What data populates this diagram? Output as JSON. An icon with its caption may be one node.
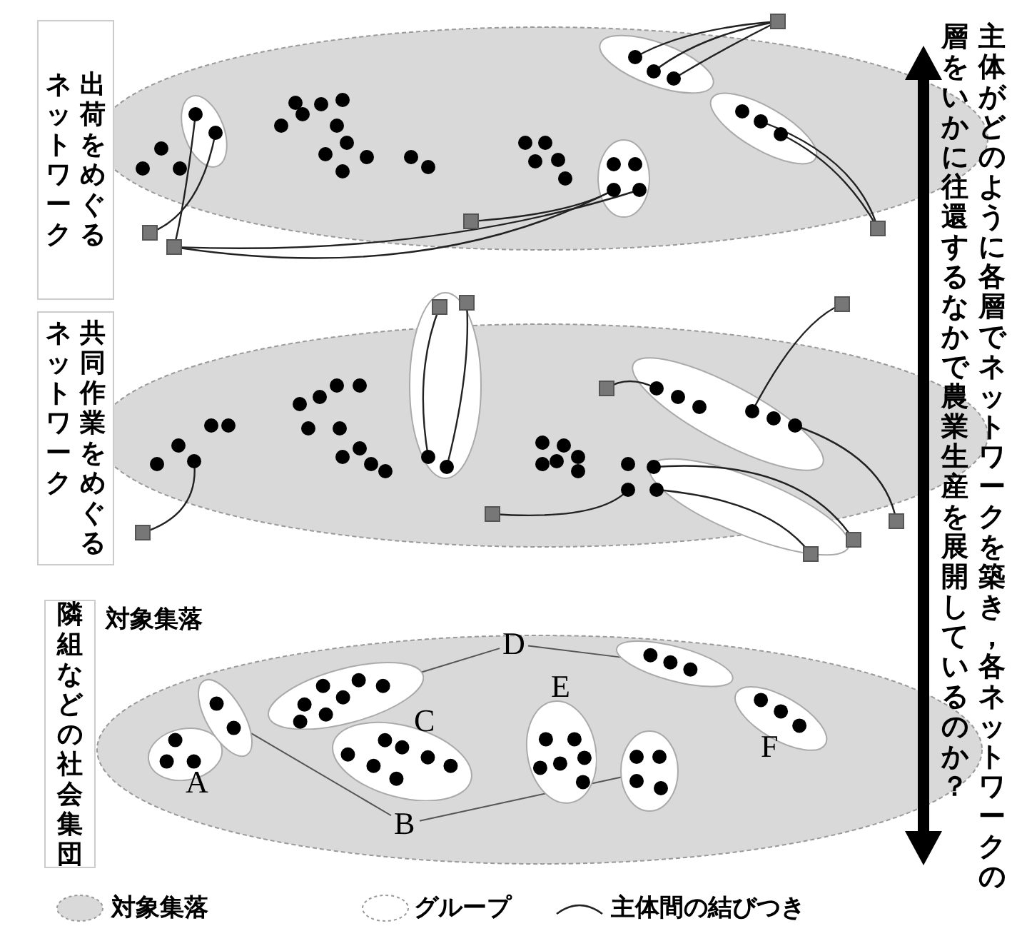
{
  "diagram": {
    "nodes": [
      {
        "text": [
          "出荷をめぐるネットワーク"
        ]
      },
      {
        "text": [
          "共同作業をめぐるネットワーク"
        ]
      },
      {
        "text": [
          "隣組などの社会集団"
        ]
      },
      {
        "text": [
          "対象集落"
        ]
      },
      {
        "text": [],
        "shape": "ellipse",
        "in": 3
      },
      {
        "text": [],
        "shape": "ellipse",
        "in": 3
      },
      {
        "text": [],
        "shape": "ellipse",
        "in": 3
      },
      {
        "text": [],
        "shape": "ellipse",
        "in": 3
      },
      {
        "text": [
          "D"
        ],
        "in": 3
      },
      {
        "text": [],
        "shape": "ellipse",
        "in": 3
      },
      {
        "text": [],
        "shape": "ellipse",
        "in": 3
      },
      {
        "text": [],
        "shape": "ellipse",
        "in": 3
      },
      {
        "text": [],
        "shape": "ellipse",
        "in": 3
      },
      {
        "text": [
          "B"
        ],
        "in": 3
      }
    ],
    "edges": [
      {
        "from": 8,
        "to": 6,
        "arrow": "none"
      },
      {
        "from": 8,
        "to": 11,
        "arrow": "none"
      },
      {
        "from": 13,
        "to": 5,
        "arrow": "none"
      },
      {
        "from": 13,
        "to": 10,
        "arrow": "none"
      }
    ],
    "labels": [
      "主体がどのように各層でネットワークを築き，各ネットワークの層をいかに往還するなかで農業生産を展開しているのか？",
      "E",
      "C",
      "F",
      "A"
    ],
    "legend": [
      {
        "text": "対象集落",
        "color": "#d9d9d9"
      },
      {
        "text": "グループ",
        "color": "#ffffff"
      },
      {
        "text": "主体間の結びつき"
      }
    ]
  }
}
